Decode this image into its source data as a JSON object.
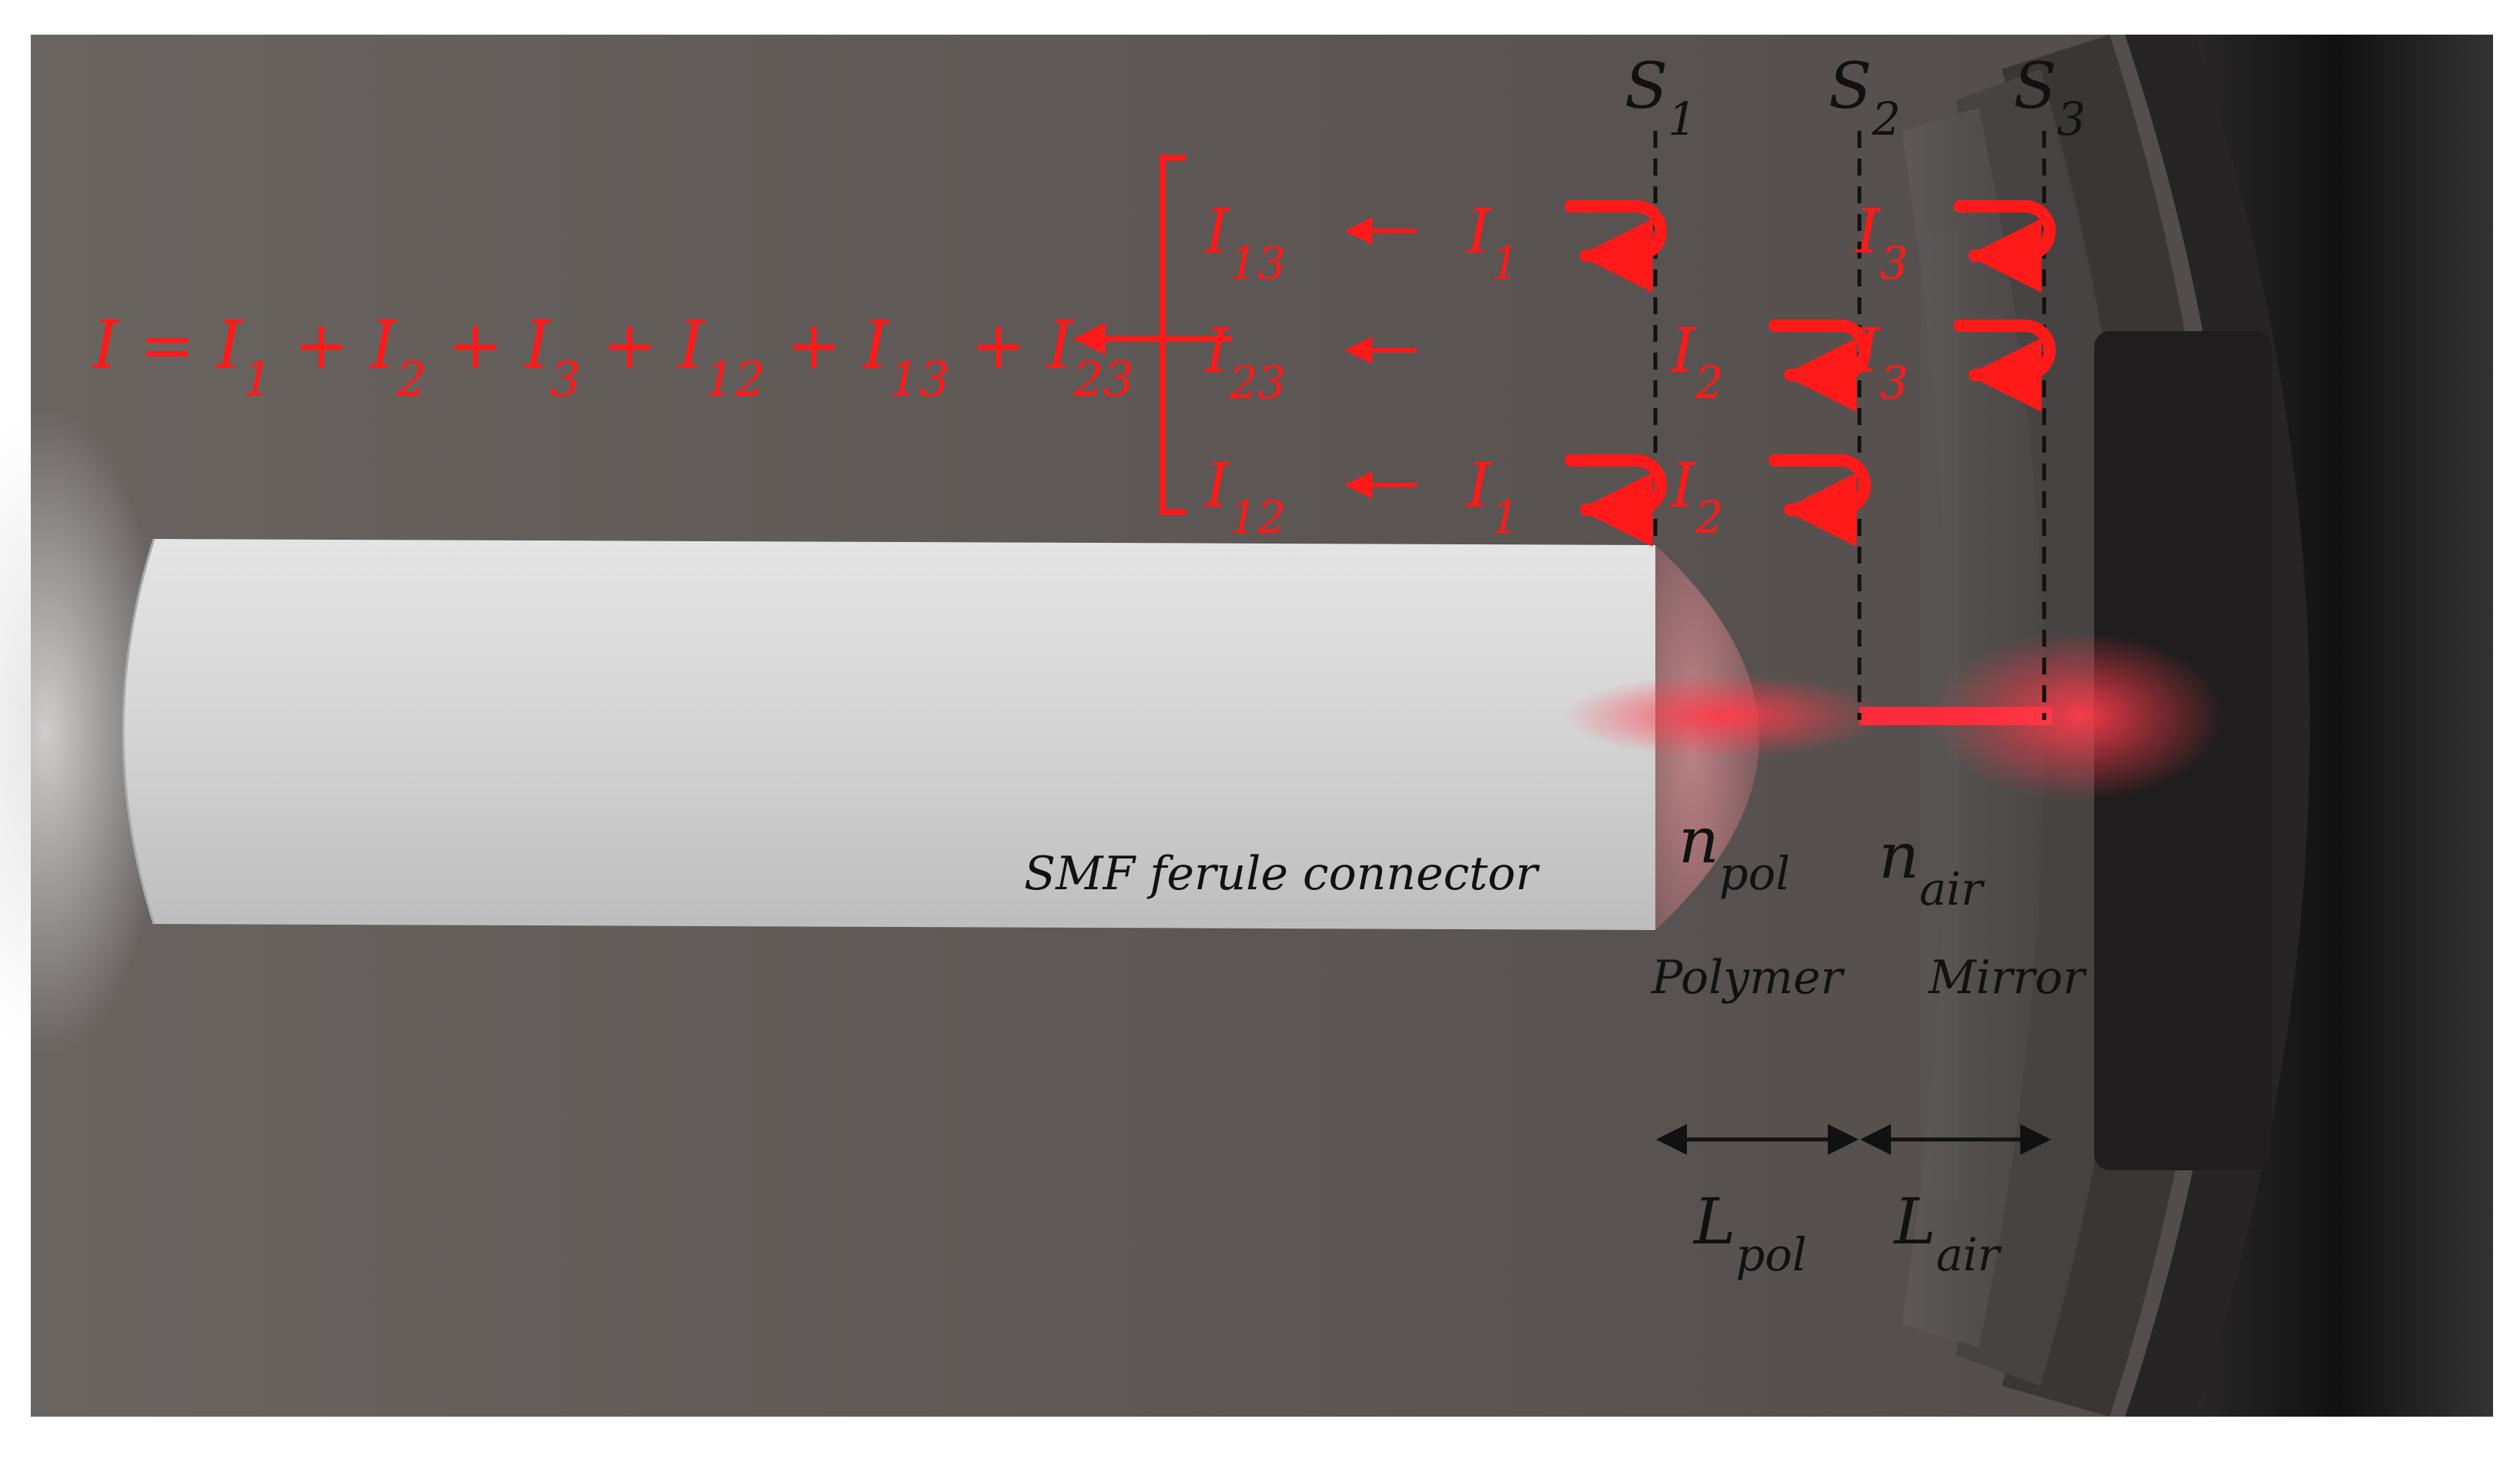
{
  "equation": {
    "lhs": "I",
    "terms": [
      {
        "base": "I",
        "sub": "1"
      },
      {
        "base": "I",
        "sub": "2"
      },
      {
        "base": "I",
        "sub": "3"
      },
      {
        "base": "I",
        "sub": "12"
      },
      {
        "base": "I",
        "sub": "13"
      },
      {
        "base": "I",
        "sub": "23"
      }
    ]
  },
  "interference_rows": [
    {
      "result": {
        "base": "I",
        "sub": "13"
      },
      "reflections": [
        {
          "base": "I",
          "sub": "1"
        },
        {
          "base": "I",
          "sub": "3"
        }
      ]
    },
    {
      "result": {
        "base": "I",
        "sub": "23"
      },
      "reflections": [
        {
          "base": "I",
          "sub": "2"
        },
        {
          "base": "I",
          "sub": "3"
        }
      ]
    },
    {
      "result": {
        "base": "I",
        "sub": "12"
      },
      "reflections": [
        {
          "base": "I",
          "sub": "1"
        },
        {
          "base": "I",
          "sub": "2"
        }
      ]
    }
  ],
  "surfaces": [
    {
      "base": "S",
      "sub": "1"
    },
    {
      "base": "S",
      "sub": "2"
    },
    {
      "base": "S",
      "sub": "3"
    }
  ],
  "labels": {
    "ferrule": "SMF ferule connector",
    "n_pol": {
      "base": "n",
      "sub": "pol"
    },
    "n_air": {
      "base": "n",
      "sub": "air"
    },
    "polymer": "Polymer",
    "mirror": "Mirror",
    "L_pol": {
      "base": "L",
      "sub": "pol"
    },
    "L_air": {
      "base": "L",
      "sub": "air"
    }
  },
  "colors": {
    "background": "#5b5553",
    "formula_red": "#ff1a1a",
    "guide_line": "#111111",
    "ferrule": "#d4d4d4",
    "beam": "#ff3344"
  }
}
